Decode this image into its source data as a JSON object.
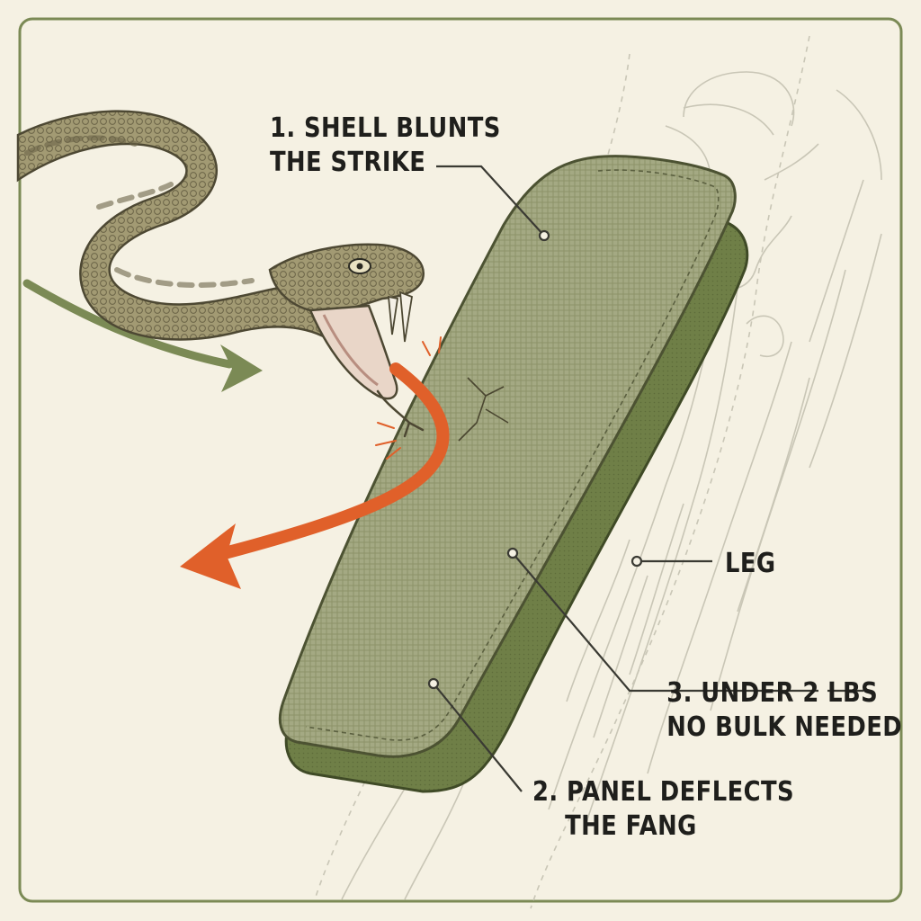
{
  "labels": {
    "shell": {
      "line1": "1. SHELL BLUNTS",
      "line2": "THE STRIKE"
    },
    "leg": {
      "text": "LEG"
    },
    "weight": {
      "line1": "3. UNDER 2 LBS",
      "line2": "NO BULK NEEDED"
    },
    "panel": {
      "line1": "2. PANEL DEFLECTS",
      "line2": "THE FANG"
    }
  },
  "colors": {
    "background": "#f5f1e3",
    "frame": "#7b8a55",
    "shell": "#9aa07a",
    "panel": "#6f7f47",
    "snake": "#8c8460",
    "deflect_arrow": "#e0602a",
    "motion_arrow": "#7b8a55",
    "leader": "#3a3a33"
  },
  "icons": [
    "rattlesnake-illustration",
    "fang-deflection-arrow",
    "motion-arrow",
    "leg-anatomy-sketch"
  ]
}
